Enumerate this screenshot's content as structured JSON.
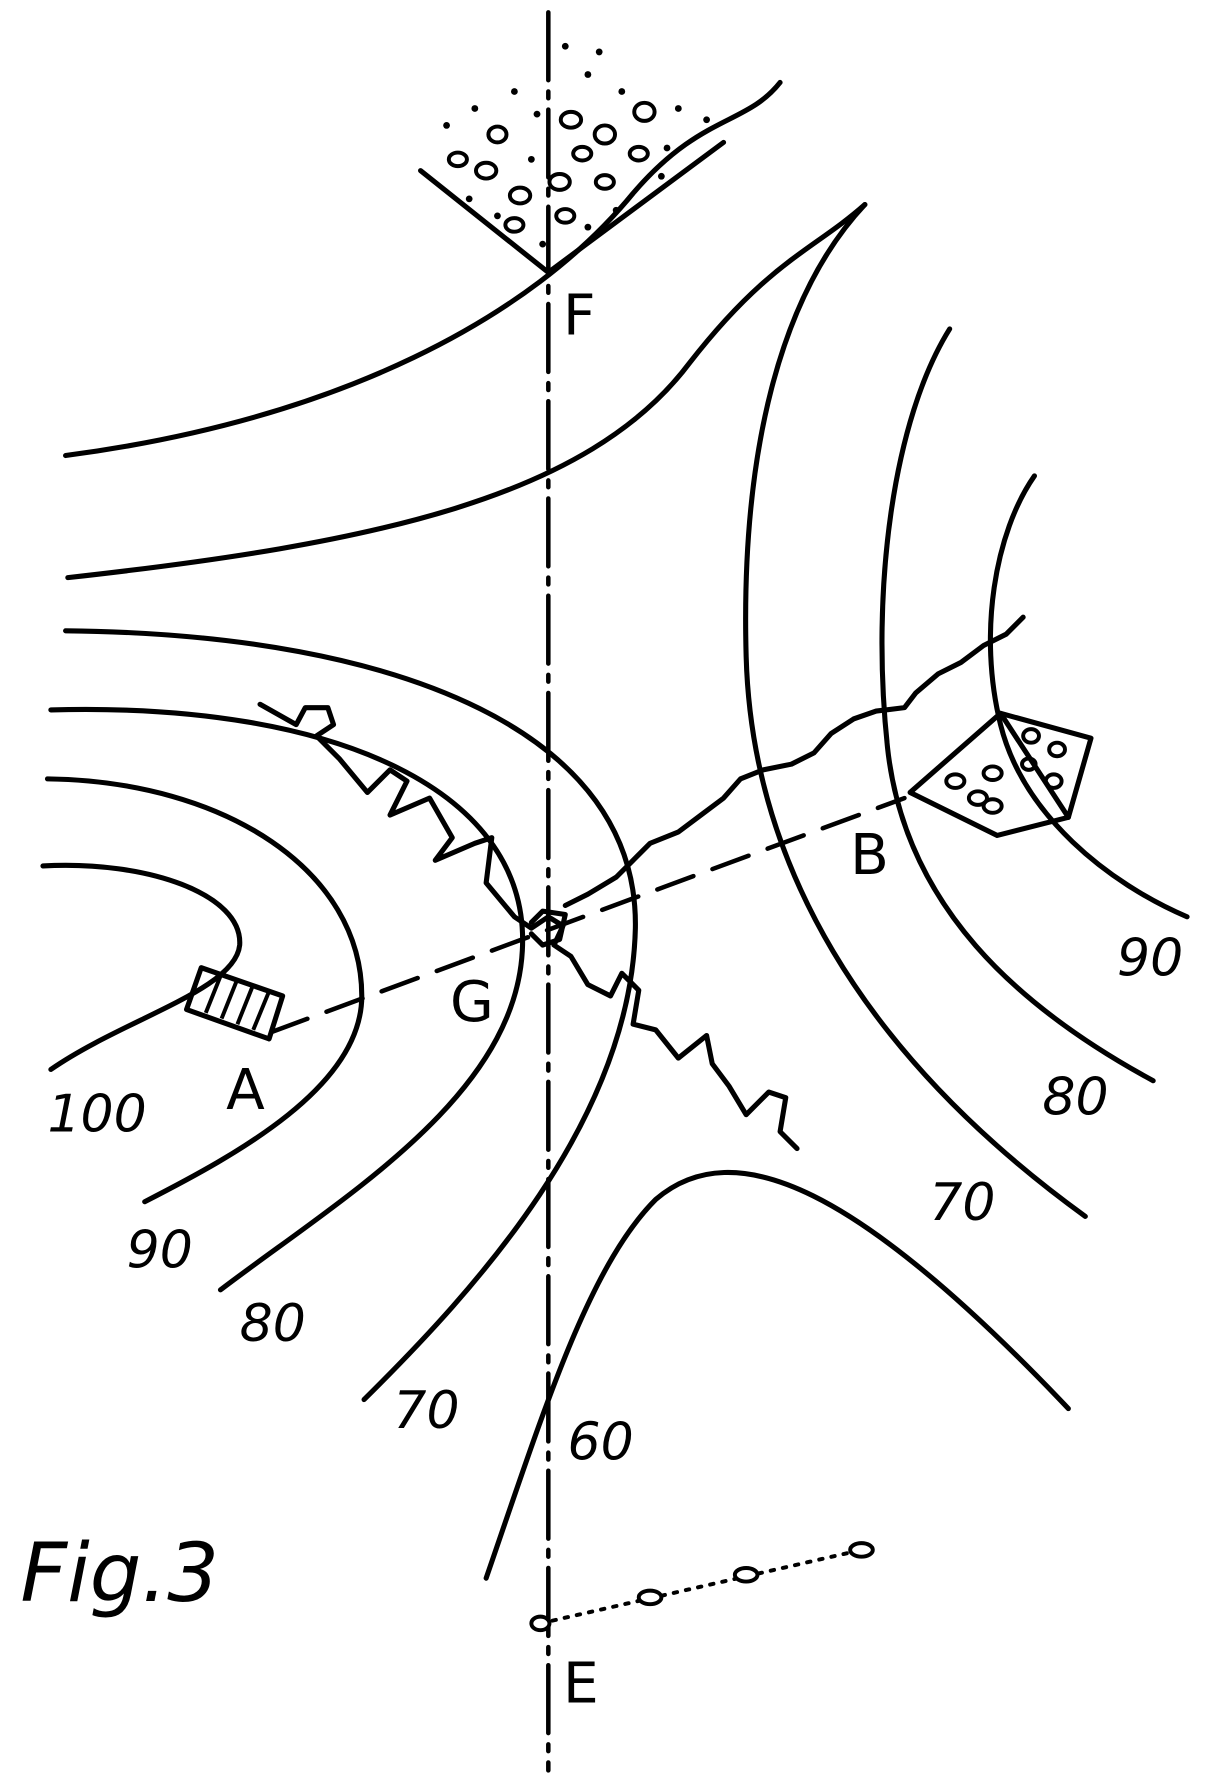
{
  "figure": {
    "caption": "Fig.3",
    "points": {
      "F": "F",
      "G": "G",
      "A": "A",
      "B": "B",
      "E": "E"
    },
    "contours_left": [
      "100",
      "90",
      "80",
      "70",
      "60"
    ],
    "contours_right": [
      "90",
      "80",
      "70"
    ]
  }
}
